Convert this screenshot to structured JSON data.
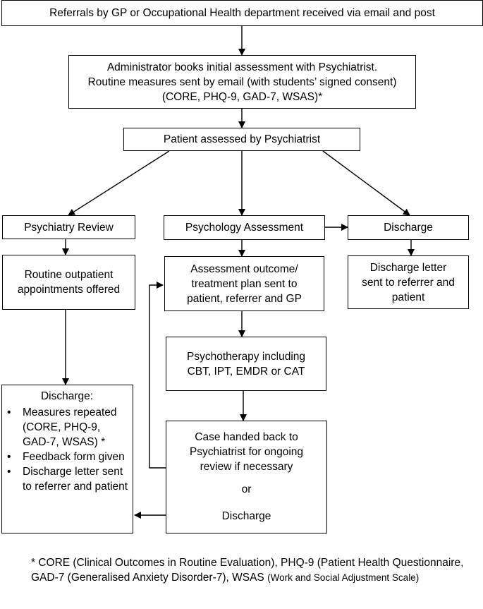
{
  "nodes": {
    "referrals": "Referrals by GP or Occupational Health department received via email and post",
    "administrator": [
      "Administrator books initial assessment with Psychiatrist.",
      "Routine measures sent by email (with students’ signed consent)",
      "(CORE, PHQ-9, GAD-7, WSAS)*"
    ],
    "assessed": "Patient assessed by Psychiatrist",
    "psychiatry_review": "Psychiatry Review",
    "psychology_assessment": "Psychology Assessment",
    "discharge_top": "Discharge",
    "routine_outpatient": [
      "Routine outpatient",
      "appointments offered"
    ],
    "assessment_outcome": [
      "Assessment outcome/",
      "treatment plan sent to",
      "patient, referrer and GP"
    ],
    "discharge_letter": [
      "Discharge letter",
      "sent to referrer and",
      "patient"
    ],
    "psychotherapy": [
      "Psychotherapy including",
      "CBT, IPT, EMDR or CAT"
    ],
    "case_handed_back": [
      "Case handed back to",
      "Psychiatrist for ongoing",
      "review if necessary"
    ],
    "or_label": "or",
    "discharge_bottom": "Discharge",
    "discharge_list": {
      "title": "Discharge:",
      "items": [
        "Measures repeated (CORE, PHQ-9, GAD-7, WSAS) *",
        "Feedback form given",
        "Discharge letter sent to referrer and patient"
      ]
    }
  },
  "footnote": {
    "main": "* CORE (Clinical Outcomes in Routine Evaluation), PHQ-9 (Patient Health Questionnaire, GAD-7 (Generalised Anxiety Disorder-7), WSAS",
    "small": "(Work and Social Adjustment Scale)"
  }
}
